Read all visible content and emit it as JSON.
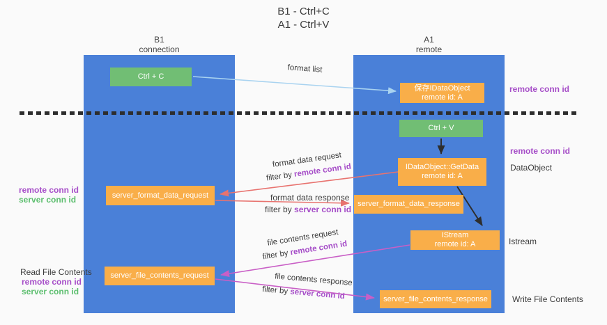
{
  "title": {
    "line1": "B1 - Ctrl+C",
    "line2": "A1 - Ctrl+V"
  },
  "lanes": {
    "left": {
      "header_line1": "B1",
      "header_line2": "connection"
    },
    "right": {
      "header_line1": "A1",
      "header_line2": "remote"
    }
  },
  "nodes": {
    "ctrl_c": {
      "label": "Ctrl + C"
    },
    "save_idataobject": {
      "line1": "保存IDataObject",
      "line2": "remote id: A"
    },
    "ctrl_v": {
      "label": "Ctrl + V"
    },
    "getdata": {
      "line1": "IDataObject::GetData",
      "line2": "remote id: A"
    },
    "istream": {
      "line1": "IStream",
      "line2": "remote id: A"
    },
    "server_format_data_request": {
      "label": "server_format_data_request"
    },
    "server_format_data_response": {
      "label": "server_format_data_response"
    },
    "server_file_contents_request": {
      "label": "server_file_contents_request"
    },
    "server_file_contents_response": {
      "label": "server_file_contents_response"
    }
  },
  "annotations": {
    "format_list": "format list",
    "remote_conn_id_top": "remote conn id",
    "remote_conn_id_mid": "remote conn id",
    "dataobject": "DataObject",
    "format_data_request": "format data request",
    "filter_request_prefix": "filter by ",
    "filter_request_id": "remote conn id",
    "format_data_response": "format data response",
    "filter_response_prefix": "filter by ",
    "filter_response_id": "server conn id",
    "left_mid_remote": "remote conn id",
    "left_mid_server": "server conn id",
    "istream_side": "Istream",
    "file_contents_request": "file contents request",
    "filter_file_request_prefix": "filter by ",
    "filter_file_request_id": "remote conn id",
    "read_file_contents": "Read File Contents",
    "left_bottom_remote": "remote conn id",
    "left_bottom_server": "server conn id",
    "file_contents_response": "file contents response",
    "filter_file_response_prefix": "filter by ",
    "filter_file_response_id": "server conn id",
    "write_file_contents": "Write File Contents"
  },
  "colors": {
    "lane_blue": "#4a80d8",
    "node_green": "#71be74",
    "node_orange": "#f9ae49",
    "purple_text": "#a64ec8",
    "green_text": "#5cbe6e",
    "arrow_red": "#e8736f",
    "arrow_magenta": "#c95fc6",
    "arrow_blue": "#a9d3f0",
    "arrow_black": "#2e2e2e"
  }
}
